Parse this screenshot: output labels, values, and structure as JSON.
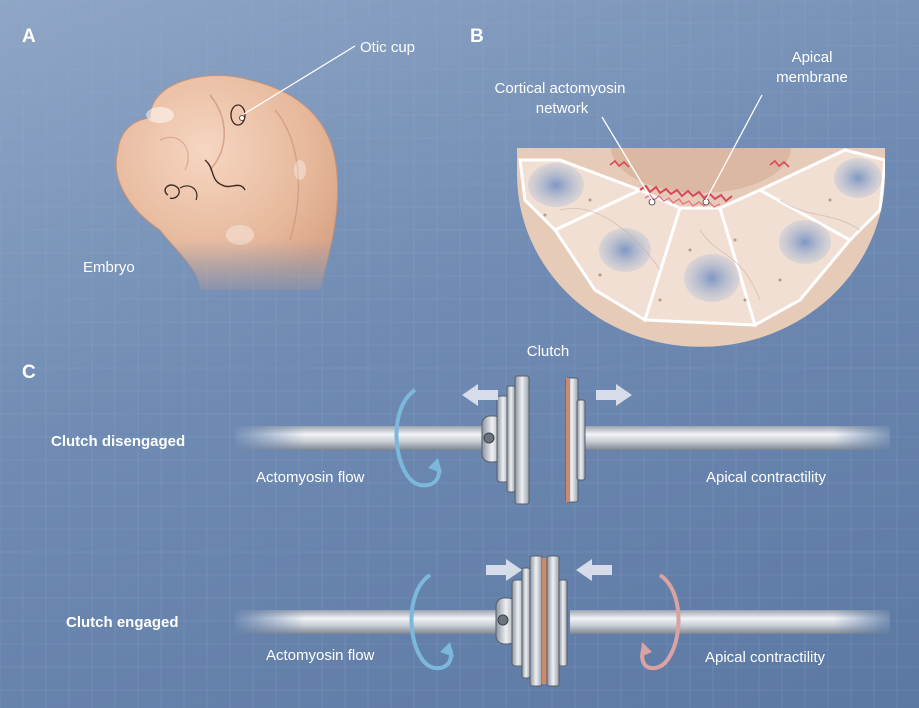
{
  "colors": {
    "background": "#6f8bb3",
    "grid_line": "#9cb1cf",
    "skin": "#e9bfa4",
    "cell_fill": "#f0ddd0",
    "nucleus": "#8ea4c8",
    "actomyosin_red": "#d9485a",
    "shaft": "#c9ced6",
    "flow_blue_arrow": "#7bb8dc",
    "contractility_red_arrow": "#d9a3a3",
    "label_text": "#ffffff"
  },
  "panel_a": {
    "letter": "A",
    "otic_cup_label": "Otic cup",
    "embryo_label": "Embryo"
  },
  "panel_b": {
    "letter": "B",
    "cortical_label_line1": "Cortical actomyosin",
    "cortical_label_line2": "network",
    "apical_label_line1": "Apical",
    "apical_label_line2": "membrane"
  },
  "panel_c": {
    "letter": "C",
    "clutch_label": "Clutch",
    "disengaged": {
      "row_label": "Clutch disengaged",
      "left_label": "Actomyosin flow",
      "right_label": "Apical contractility"
    },
    "engaged": {
      "row_label": "Clutch engaged",
      "left_label": "Actomyosin flow",
      "right_label": "Apical contractility"
    }
  }
}
